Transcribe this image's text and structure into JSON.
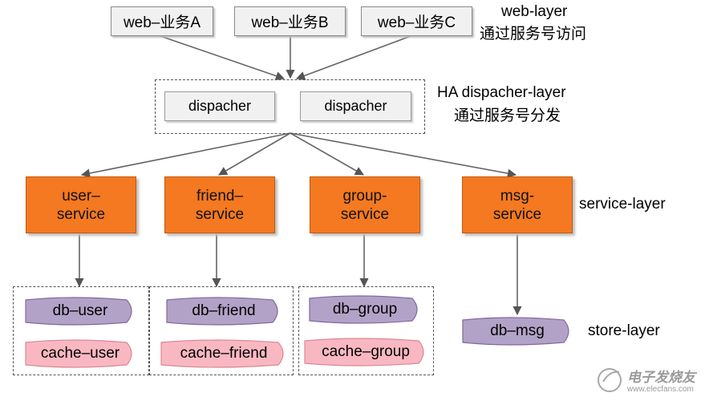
{
  "web_layer": {
    "boxes": [
      "web–业务A",
      "web–业务B",
      "web–业务C"
    ],
    "label_line1": "web-layer",
    "label_line2": "通过服务号访问"
  },
  "dispatcher_layer": {
    "boxes": [
      "dispacher",
      "dispacher"
    ],
    "label_line1": "HA  dispacher-layer",
    "label_line2": "通过服务号分发"
  },
  "service_layer": {
    "services": [
      {
        "line1": "user–",
        "line2": "service"
      },
      {
        "line1": "friend–",
        "line2": "service"
      },
      {
        "line1": "group-",
        "line2": "service"
      },
      {
        "line1": "msg-",
        "line2": "service"
      }
    ],
    "label": "service-layer"
  },
  "store_layer": {
    "groups": [
      {
        "db": "db–user",
        "cache": "cache–user"
      },
      {
        "db": "db–friend",
        "cache": "cache–friend"
      },
      {
        "db": "db–group",
        "cache": "cache–group"
      },
      {
        "db": "db–msg"
      }
    ],
    "label": "store-layer"
  },
  "colors": {
    "service_fill": "#f47920",
    "db_fill": "#b3a2c7",
    "cache_fill": "#f9b8c1",
    "box_fill": "#f1f1f1"
  },
  "watermark": {
    "brand": "电子发烧友",
    "url": "www.elecfans.com"
  }
}
